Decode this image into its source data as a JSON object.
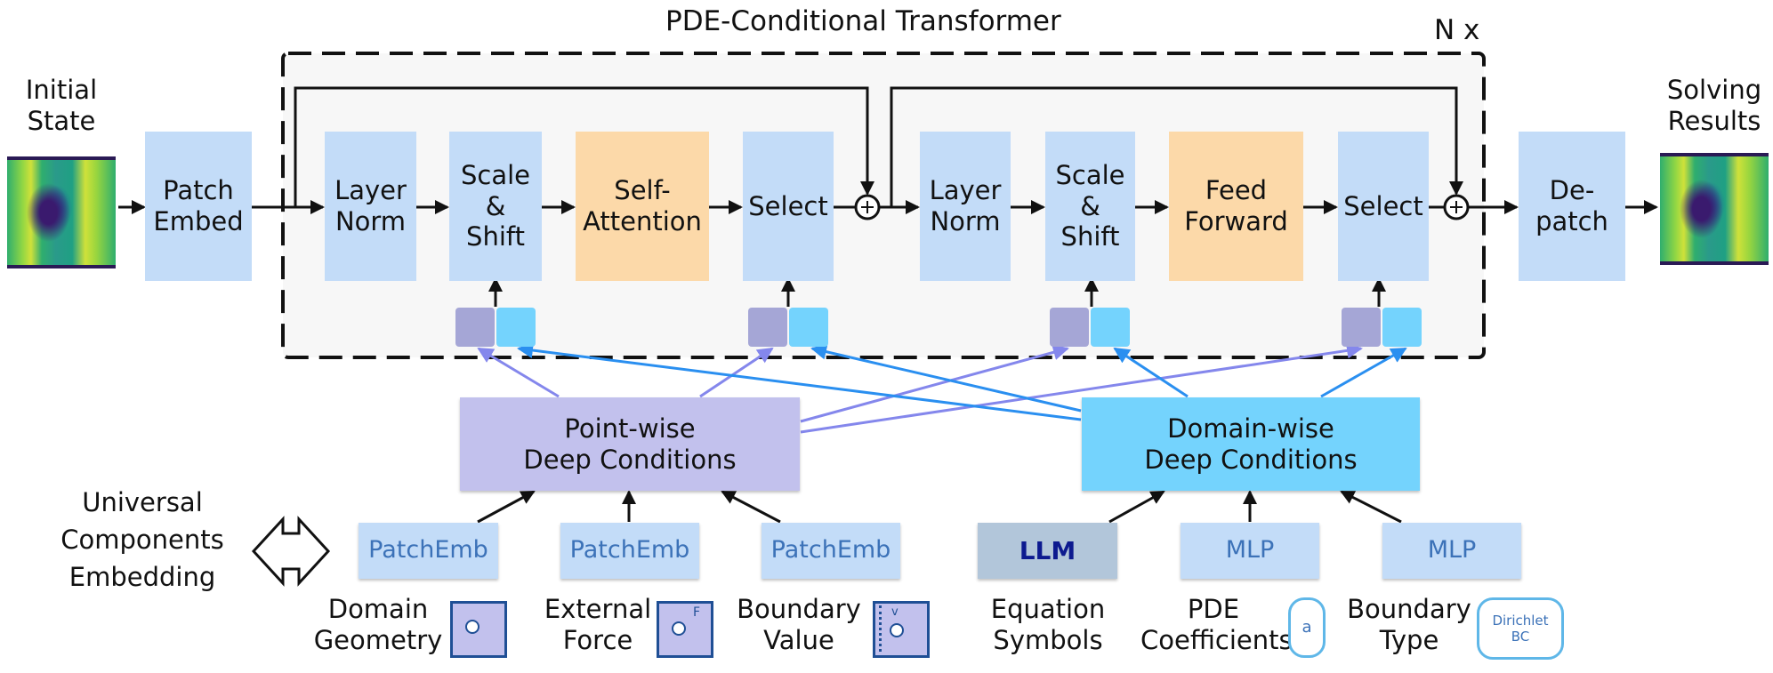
{
  "title": "PDE-Conditional Transformer",
  "repeat_label": "N x",
  "input": {
    "label": "Initial\nState"
  },
  "output": {
    "label": "Solving\nResults"
  },
  "blocks": {
    "patch_embed": "Patch\nEmbed",
    "layer_norm_1": "Layer\nNorm",
    "scale_shift_1": "Scale\n&\nShift",
    "self_attention": "Self-\nAttention",
    "select_1": "Select",
    "layer_norm_2": "Layer\nNorm",
    "scale_shift_2": "Scale\n&\nShift",
    "feed_forward": "Feed\nForward",
    "select_2": "Select",
    "depatch": "De-\npatch"
  },
  "sum_symbol": "+",
  "conditions": {
    "pointwise": "Point-wise\nDeep Conditions",
    "domainwise": "Domain-wise\nDeep Conditions"
  },
  "universal_label": "Universal\nComponents\nEmbedding",
  "embedders": [
    "PatchEmb",
    "PatchEmb",
    "PatchEmb",
    "LLM",
    "MLP",
    "MLP"
  ],
  "inputs": [
    "Domain\nGeometry",
    "External\nForce",
    "Boundary\nValue",
    "Equation\nSymbols",
    "PDE\nCoefficients",
    "Boundary\nType"
  ],
  "icon_text": {
    "force": "F",
    "boundary": "v",
    "coef": "a",
    "bc": "Dirichlet\nBC"
  },
  "colors": {
    "block_blue": "#c3dcf8",
    "block_orange": "#fcd9a9",
    "pointwise_purple": "#c2c1ed",
    "domainwise_cyan": "#74d3fd",
    "arrow_purple": "#8487ec",
    "arrow_blue": "#2a8ff0"
  },
  "icons": [
    "double-arrow-icon",
    "domain-geometry-icon",
    "external-force-icon",
    "boundary-value-icon",
    "pde-coefficient-icon",
    "boundary-type-icon"
  ]
}
